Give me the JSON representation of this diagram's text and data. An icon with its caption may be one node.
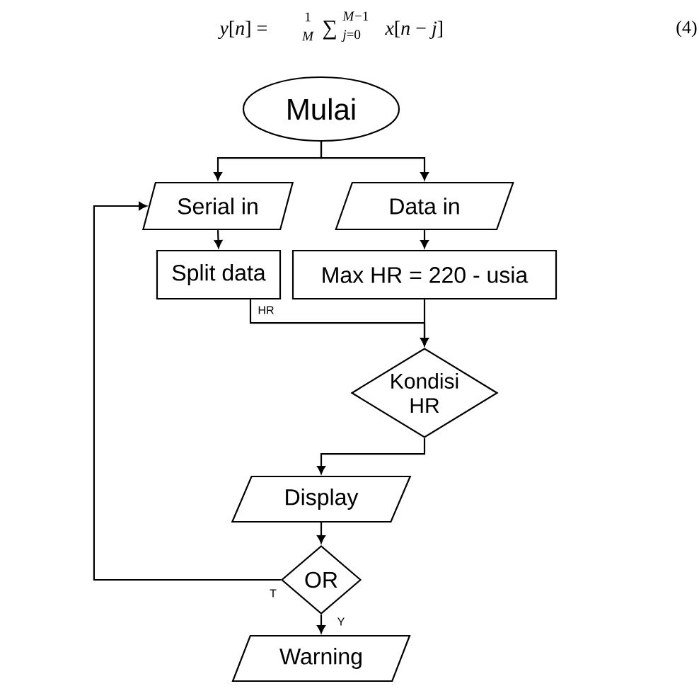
{
  "diagram": {
    "nodes": [
      {
        "text": [
          "Mulai"
        ]
      },
      {
        "text": [
          "Serial in"
        ]
      },
      {
        "text": [
          "Data in"
        ]
      },
      {
        "text": [
          "Split data"
        ]
      },
      {
        "text": [
          "Max HR = 220 - usia"
        ]
      },
      {
        "text": [
          "Kondisi HR"
        ]
      },
      {
        "text": [
          "Display"
        ]
      },
      {
        "text": [
          "OR"
        ]
      },
      {
        "text": [
          "Warning"
        ]
      }
    ],
    "edges": [
      {
        "from": 0,
        "to": 1,
        "arrow": "to"
      },
      {
        "from": 0,
        "to": 2,
        "arrow": "to"
      },
      {
        "from": 1,
        "to": 3,
        "arrow": "to"
      },
      {
        "from": 2,
        "to": 4,
        "arrow": "to"
      },
      {
        "from": 3,
        "to": 5,
        "arrow": "to",
        "label": "HR"
      },
      {
        "from": 4,
        "to": 5,
        "arrow": "to"
      },
      {
        "from": 5,
        "to": 6,
        "arrow": "to"
      },
      {
        "from": 6,
        "to": 7,
        "arrow": "to"
      },
      {
        "from": 7,
        "to": 1,
        "arrow": "to",
        "label": "T"
      },
      {
        "from": 7,
        "to": 8,
        "arrow": "to",
        "label": "Y"
      }
    ],
    "labels": [
      "*y*[*n*] =",
      "1",
      "M",
      "∑",
      "*M*−1",
      "*j*=0",
      "*x*[*n* − *j*]",
      "(4)"
    ]
  }
}
